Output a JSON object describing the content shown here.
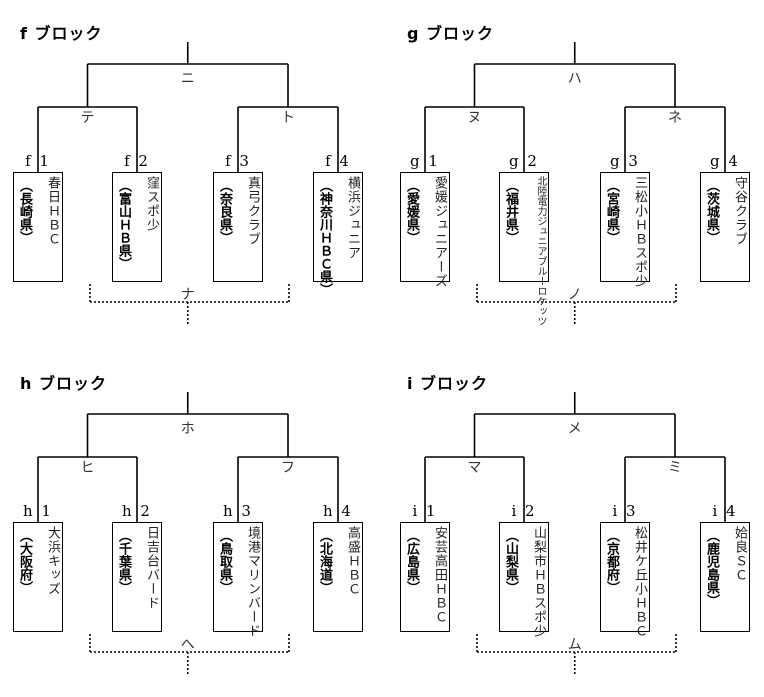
{
  "blocks": [
    {
      "title": "f ブロック",
      "top_label": "ニ",
      "left_label": "テ",
      "right_label": "ト",
      "consolation_label": "ナ",
      "teams": [
        {
          "slot": "f 1",
          "name": "春日ＨＢＣ",
          "prefecture": "（長崎県）"
        },
        {
          "slot": "f 2",
          "name": "窪スポ少",
          "prefecture": "（富山ＨＢ県）"
        },
        {
          "slot": "f 3",
          "name": "真弓クラブ",
          "prefecture": "（奈良県）"
        },
        {
          "slot": "f 4",
          "name": "横浜ジュニア",
          "prefecture": "（神奈川ＨＢＣ県）"
        }
      ]
    },
    {
      "title": "g ブロック",
      "top_label": "ハ",
      "left_label": "ヌ",
      "right_label": "ネ",
      "consolation_label": "ノ",
      "teams": [
        {
          "slot": "g 1",
          "name": "愛媛ジュニアーズ",
          "prefecture": "（愛媛県）"
        },
        {
          "slot": "g 2",
          "name": "北陸電力ジュニアブルーロケッツ",
          "prefecture": "（福井県）"
        },
        {
          "slot": "g 3",
          "name": "三松小ＨＢスポ少",
          "prefecture": "（宮崎県）"
        },
        {
          "slot": "g 4",
          "name": "守谷クラブ",
          "prefecture": "（茨城県）"
        }
      ]
    },
    {
      "title": "h ブロック",
      "top_label": "ホ",
      "left_label": "ヒ",
      "right_label": "フ",
      "consolation_label": "へ",
      "teams": [
        {
          "slot": "h 1",
          "name": "大浜キッズ",
          "prefecture": "（大阪府）"
        },
        {
          "slot": "h 2",
          "name": "日吉台バード",
          "prefecture": "（千葉県）"
        },
        {
          "slot": "h 3",
          "name": "境港マリンバード",
          "prefecture": "（鳥取県）"
        },
        {
          "slot": "h 4",
          "name": "高盛ＨＢＣ",
          "prefecture": "（北海道）"
        }
      ]
    },
    {
      "title": "i ブロック",
      "top_label": "メ",
      "left_label": "マ",
      "right_label": "ミ",
      "consolation_label": "ム",
      "teams": [
        {
          "slot": "i 1",
          "name": "安芸高田ＨＢＣ",
          "prefecture": "（広島県）"
        },
        {
          "slot": "i 2",
          "name": "山梨市ＨＢスポ少",
          "prefecture": "（山梨県）"
        },
        {
          "slot": "i 3",
          "name": "松井ケ丘小ＨＢＣ",
          "prefecture": "（京都府）"
        },
        {
          "slot": "i 4",
          "name": "姶良ＳＣ",
          "prefecture": "（鹿児島県）"
        }
      ]
    }
  ]
}
